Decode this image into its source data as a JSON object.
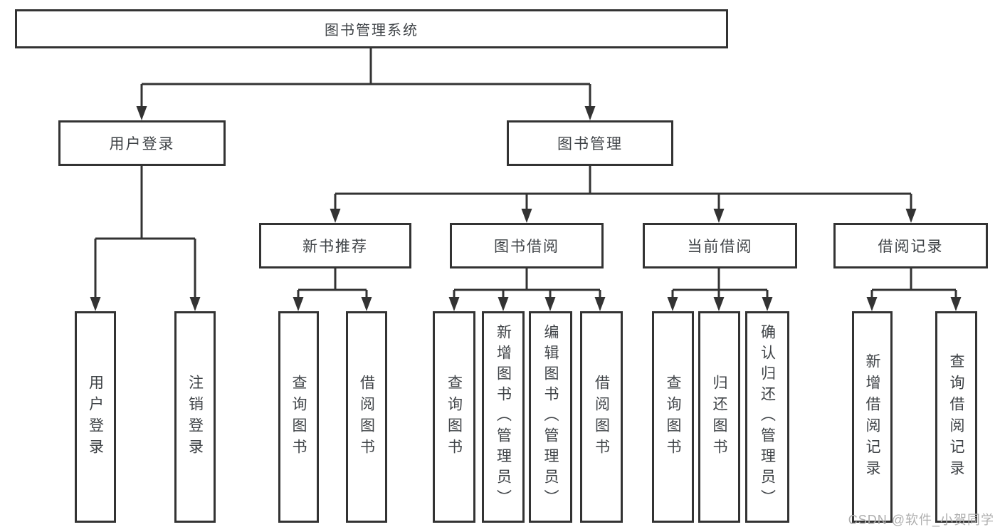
{
  "nodes": {
    "root": {
      "label": "图书管理系统"
    },
    "level2": [
      {
        "label": "用户登录"
      },
      {
        "label": "图书管理"
      }
    ],
    "level3": [
      {
        "label": "新书推荐"
      },
      {
        "label": "图书借阅"
      },
      {
        "label": "当前借阅"
      },
      {
        "label": "借阅记录"
      }
    ],
    "leaves": {
      "login": [
        "用户登录",
        "注销登录"
      ],
      "recommend": [
        "查询图书",
        "借阅图书"
      ],
      "borrow": [
        "查询图书",
        "新增图书（管理员）",
        "编辑图书（管理员）",
        "借阅图书"
      ],
      "current": [
        "查询图书",
        "归还图书",
        "确认归还（管理员）"
      ],
      "records": [
        "新增借阅记录",
        "查询借阅记录"
      ]
    }
  },
  "watermark": {
    "text": "CSDN @软件_小贺同学"
  },
  "colors": {
    "line": "#333333",
    "text": "#3f4347",
    "watermark": "#aeaeae",
    "background": "#ffffff"
  }
}
